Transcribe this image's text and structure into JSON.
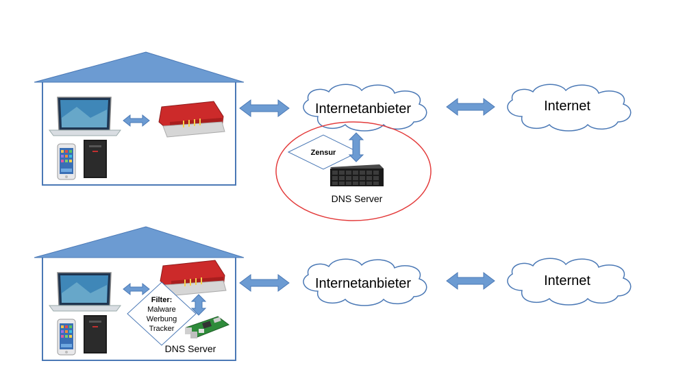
{
  "top": {
    "isp_label": "Internetanbieter",
    "internet_label": "Internet",
    "censorship_label": "Zensur",
    "dns_label": "DNS Server"
  },
  "bottom": {
    "isp_label": "Internetanbieter",
    "internet_label": "Internet",
    "filter_lines": [
      "Filter:",
      "Malware",
      "Werbung",
      "Tracker"
    ],
    "dns_label": "DNS Server"
  },
  "colors": {
    "house_fill": "#6c9bd2",
    "house_stroke": "#4a78b5",
    "arrow_fill": "#6c9bd2",
    "cloud_stroke": "#4a78b5",
    "circle_stroke": "#e33b3b",
    "router_red": "#cc2a2a"
  }
}
